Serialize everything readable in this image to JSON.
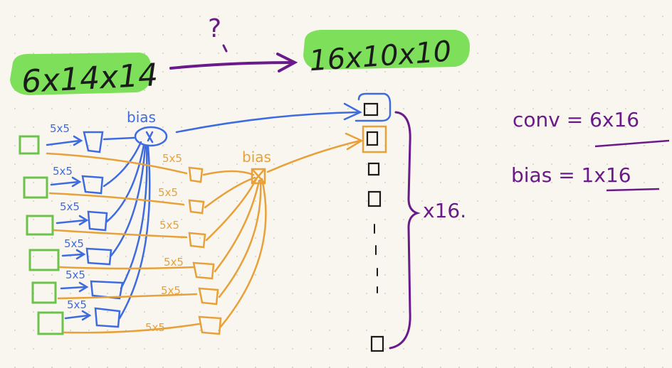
{
  "input_shape": "6x14x14",
  "output_shape": "16x10x10",
  "question_mark": "?",
  "bias_label": "bias",
  "kernel_label": "5x5",
  "repeat_label": "x16.",
  "conv_eq": "conv = 6x16",
  "bias_eq": "bias = 1x16",
  "colors": {
    "highlight": "#7ee05a",
    "ink": "#1b1b1b",
    "purple": "#6a1a8a",
    "blue": "#3f6be0",
    "orange": "#e8a13a",
    "green": "#6cc24a"
  }
}
